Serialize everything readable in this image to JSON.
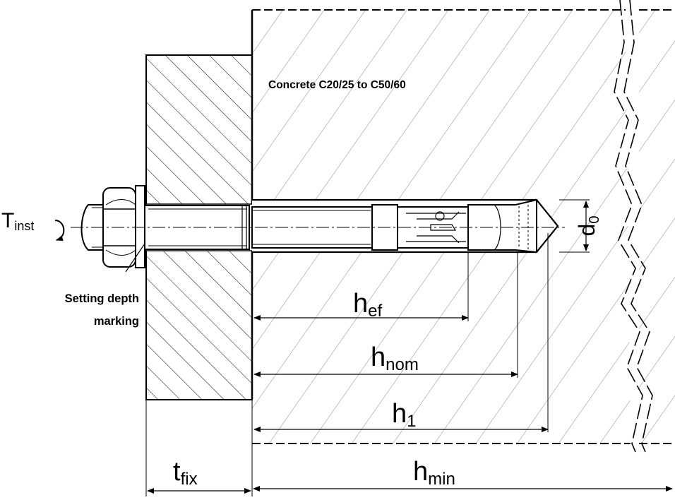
{
  "labels": {
    "concrete": "Concrete C20/25 to C50/60",
    "torque": "T",
    "torque_sub": "inst",
    "marking_line1": "Setting depth",
    "marking_line2": "marking",
    "d0": "d",
    "d0_sub": "0",
    "hef": "h",
    "hef_sub": "ef",
    "hnom": "h",
    "hnom_sub": "nom",
    "h1": "h",
    "h1_sub": "1",
    "tfix": "t",
    "tfix_sub": "fix",
    "hmin": "h",
    "hmin_sub": "min"
  },
  "icons": {
    "torque_arrow": "clockwise-arrow-icon",
    "break_line": "zigzag-break-line-icon"
  }
}
